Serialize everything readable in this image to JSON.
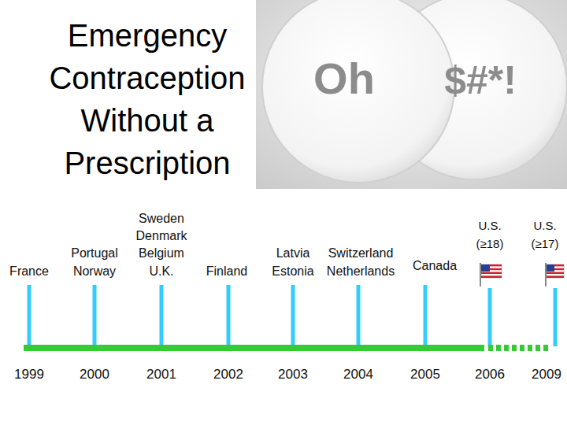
{
  "diagram": {
    "title": "Emergency Contraception Without a Prescription",
    "labels": [
      "Oh",
      "$#*!",
      "France",
      "Portugal",
      "Norway",
      "Sweden",
      "Denmark",
      "Belgium",
      "U.K.",
      "Finland",
      "Latvia",
      "Estonia",
      "Switzerland",
      "Netherlands",
      "Canada",
      "U.S. (≥18)",
      "U.S. (≥17)",
      "1999",
      "2000",
      "2001",
      "2002",
      "2003",
      "2004",
      "2005",
      "2006",
      "2009"
    ]
  }
}
